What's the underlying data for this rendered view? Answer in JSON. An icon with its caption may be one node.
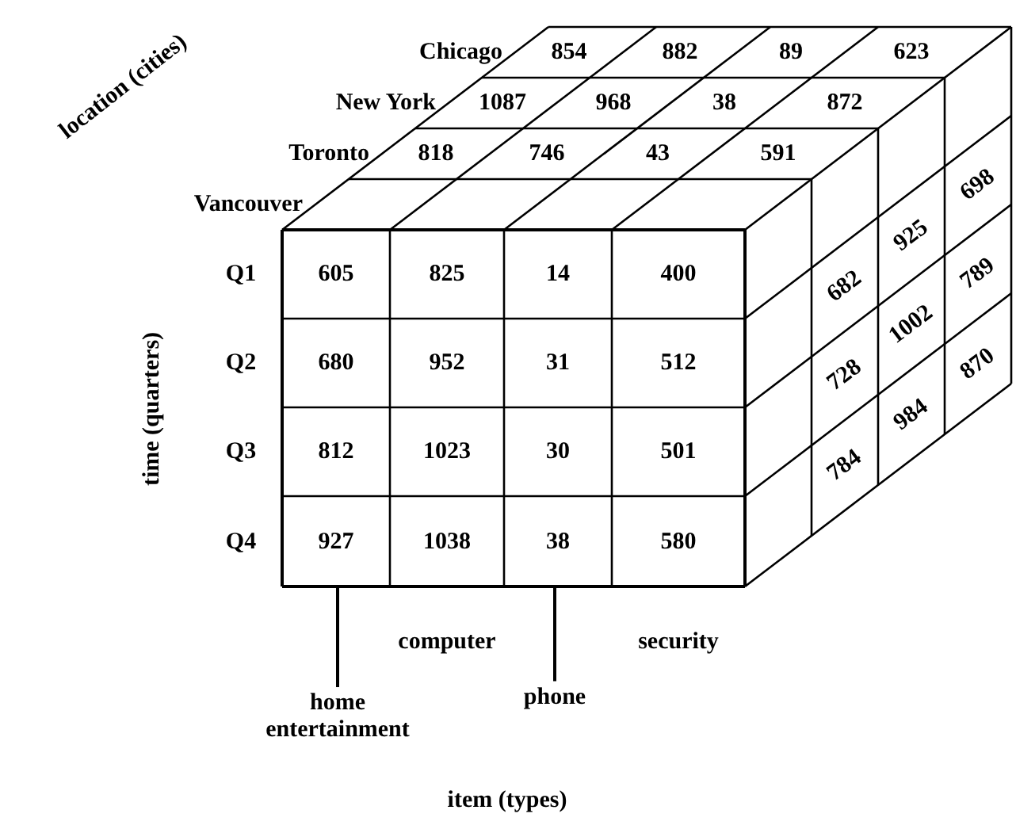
{
  "diagram": {
    "nodes": [
      {
        "text": [
          "home entertainment"
        ]
      },
      {
        "text": [
          "phone"
        ]
      }
    ],
    "edges": [
      {
        "from": 0,
        "to": null,
        "arrow": "none"
      },
      {
        "from": 1,
        "to": null,
        "arrow": "none"
      }
    ],
    "labels": [
      "location (cities)",
      "Chicago",
      "854",
      "882",
      "89",
      "623",
      "New York",
      "1087",
      "968",
      "38",
      "872",
      "Toronto",
      "818",
      "746",
      "43",
      "591",
      "Vancouver",
      "time (quarters)",
      "Q1",
      "605",
      "825",
      "14",
      "400",
      "Q2",
      "680",
      "952",
      "31",
      "512",
      "Q3",
      "812",
      "1023",
      "30",
      "501",
      "Q4",
      "927",
      "1038",
      "38",
      "580",
      "682",
      "728",
      "784",
      "925",
      "1002",
      "984",
      "698",
      "789",
      "870",
      "computer",
      "security",
      "item (types)"
    ]
  }
}
